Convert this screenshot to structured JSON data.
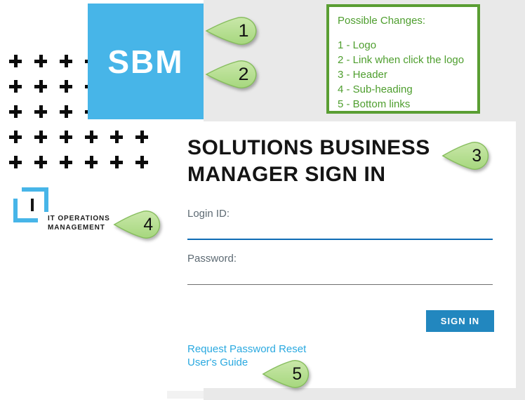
{
  "logo": {
    "text": "SBM",
    "color": "#47b5e8"
  },
  "brand": {
    "line1": "IT OPERATIONS",
    "line2": "MANAGEMENT"
  },
  "annotation_box": {
    "title": "Possible Changes:",
    "items": [
      "1 - Logo",
      "2 - Link when click the logo",
      "3 - Header",
      "4 - Sub-heading",
      "5 - Bottom links"
    ],
    "border_color": "#5a9e33",
    "text_color": "#4e9e2e"
  },
  "callouts": [
    {
      "label": "1"
    },
    {
      "label": "2"
    },
    {
      "label": "3"
    },
    {
      "label": "4"
    },
    {
      "label": "5"
    }
  ],
  "callout_style": {
    "fill": "#b3dd8c",
    "border": "#86bd5d"
  },
  "signin": {
    "heading": "SOLUTIONS BUSINESS MANAGER SIGN IN",
    "login_label": "Login ID:",
    "password_label": "Password:",
    "button_label": "SIGN IN",
    "button_color": "#2287bf",
    "links": [
      {
        "label": "Request Password Reset"
      },
      {
        "label": "User's Guide"
      }
    ],
    "link_color": "#2aa9e0",
    "focus_underline_color": "#0f6cb5"
  },
  "background": {
    "gray": "#e9e9e9",
    "white": "#ffffff"
  }
}
